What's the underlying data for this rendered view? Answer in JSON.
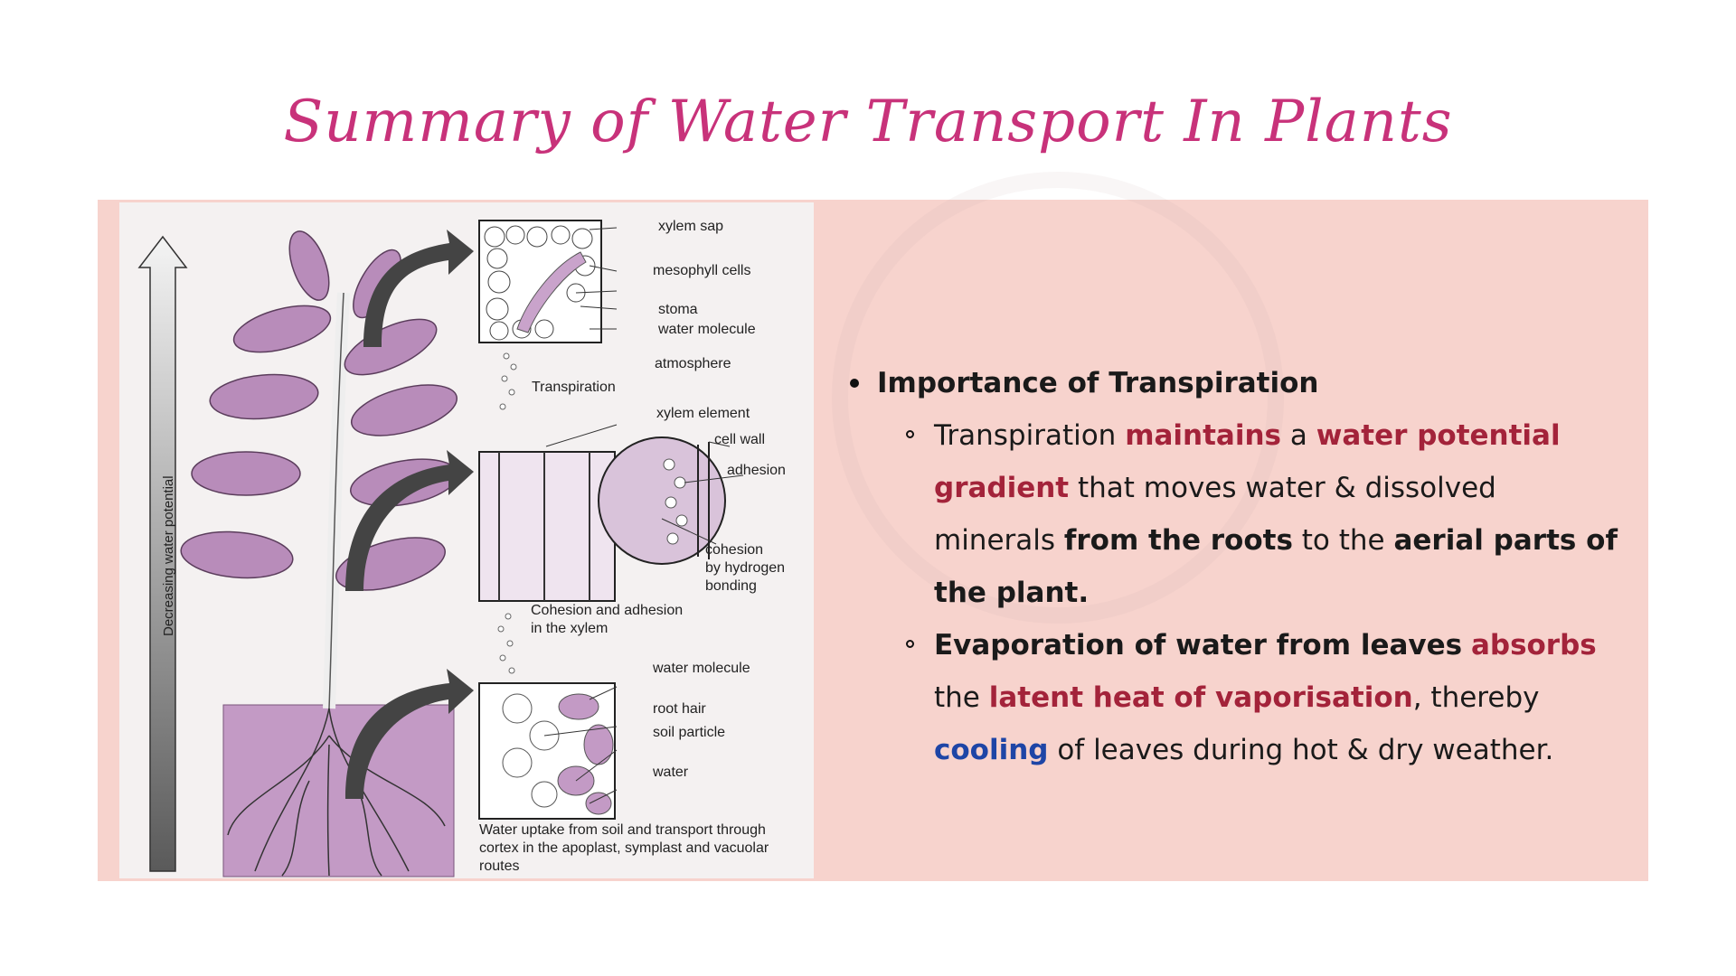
{
  "title": "Summary of Water Transport In Plants",
  "figure": {
    "axis_label": "Decreasing water potential",
    "labels": {
      "xylem_sap": "xylem sap",
      "mesophyll": "mesophyll cells",
      "stoma": "stoma",
      "water_molecule_top": "water molecule",
      "atmosphere": "atmosphere",
      "transpiration": "Transpiration",
      "xylem_element": "xylem element",
      "cell_wall": "cell wall",
      "adhesion": "adhesion",
      "cohesion": "cohesion\nby hydrogen\nbonding",
      "cohesion_caption": "Cohesion and adhesion\nin the xylem",
      "water_molecule_bottom": "water molecule",
      "root_hair": "root hair",
      "soil_particle": "soil particle",
      "water": "water",
      "bottom_caption": "Water uptake from soil and transport through\ncortex in the apoplast, symplast and vacuolar\nroutes"
    }
  },
  "content": {
    "heading": "Importance of Transpiration",
    "point1": {
      "t1": "Transpiration ",
      "h1": "maintains",
      "t2": " a ",
      "h2": "water potential gradient",
      "t3": " that moves water & dissolved minerals ",
      "b1": "from the roots",
      "t4": " to the ",
      "b2": "aerial parts of the plant."
    },
    "point2": {
      "b1": "Evaporation of water from leaves",
      "t1": " ",
      "h1": "absorbs",
      "t2": " the ",
      "h2": "latent heat of vaporisation",
      "t3": ", thereby ",
      "h3": "cooling",
      "t4": " of leaves during hot & dry weather."
    }
  },
  "colors": {
    "title": "#c8327a",
    "panel": "#f7d3cd",
    "highlight_red": "#a3233a",
    "highlight_blue": "#1e45a6",
    "leaf": "#b88cba",
    "soil": "#c39ac5"
  }
}
